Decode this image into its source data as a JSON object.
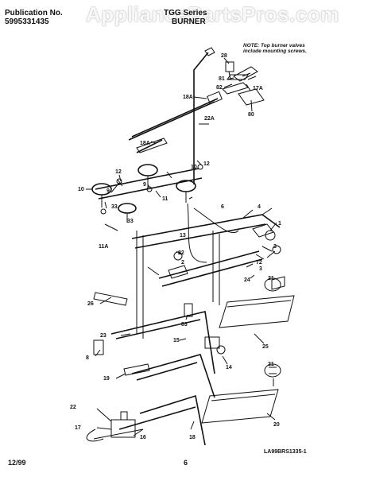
{
  "header": {
    "publication_label": "Publication No.",
    "publication_number": "5995331435",
    "model": "TGG Series",
    "title": "BURNER",
    "watermark": "AppliancePartsPros.com"
  },
  "note": {
    "line1": "NOTE: Top burner valves",
    "line2": "include mounting screws."
  },
  "footer": {
    "date": "12/99",
    "page": "6",
    "drawing_code": "LA99BRS1335-1"
  },
  "parts": [
    "28",
    "81",
    "82",
    "17A",
    "80",
    "18A",
    "22A",
    "18A",
    "12",
    "9",
    "10",
    "33",
    "9",
    "10",
    "11",
    "33",
    "12",
    "6",
    "4",
    "11A",
    "13",
    "22",
    "2",
    "1",
    "3",
    "72",
    "3",
    "21",
    "24",
    "26",
    "23",
    "8",
    "83",
    "15",
    "25",
    "19",
    "14",
    "22",
    "17",
    "16",
    "18",
    "21",
    "20"
  ]
}
